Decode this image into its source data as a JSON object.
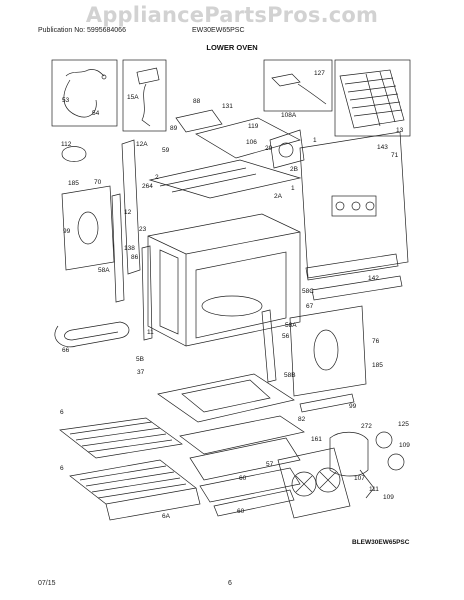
{
  "watermark": "AppliancePartsPros.com",
  "header": {
    "publication": "Publication No: 5995684066",
    "model": "EW30EW65PSC",
    "section_title": "LOWER OVEN"
  },
  "diagram_code": "BLEW30EW65PSC",
  "footer": {
    "date": "07/15",
    "page": "6"
  },
  "part_labels": [
    "53",
    "54",
    "15A",
    "88",
    "131",
    "127",
    "13",
    "119",
    "108A",
    "89",
    "106",
    "143",
    "71",
    "112",
    "12A",
    "59",
    "29",
    "2B",
    "1",
    "185",
    "70",
    "2",
    "264",
    "2A",
    "1",
    "99",
    "12",
    "23",
    "58A",
    "86",
    "138",
    "142",
    "58C",
    "67",
    "11",
    "66",
    "58A",
    "56",
    "76",
    "37",
    "5B",
    "58B",
    "185",
    "99",
    "6",
    "82",
    "272",
    "125",
    "161",
    "109",
    "57",
    "6",
    "107",
    "60",
    "111",
    "109",
    "6A",
    "60"
  ]
}
